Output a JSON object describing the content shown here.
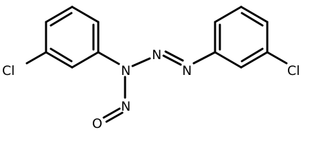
{
  "molecule": {
    "labels": {
      "cl_left": "Cl",
      "n_amine": "N",
      "n_azo_1": "N",
      "n_azo_2": "N",
      "n_nitroso": "N",
      "o_nitroso": "O"
    }
  }
}
